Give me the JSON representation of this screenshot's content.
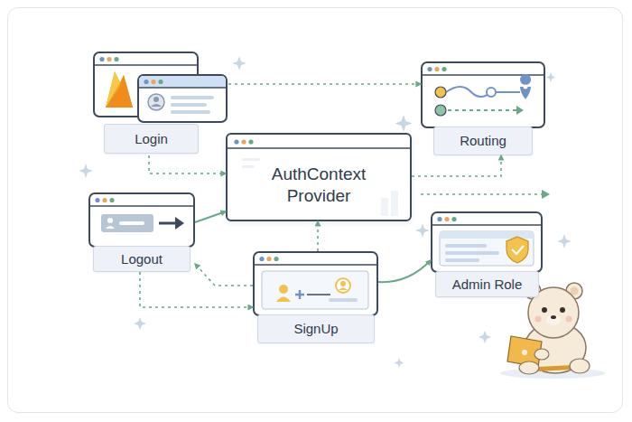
{
  "diagram": {
    "nodes": [
      {
        "text": [
          "Login"
        ]
      },
      {
        "text": [
          "Routing"
        ]
      },
      {
        "text": [
          "AuthContext Provider"
        ]
      },
      {
        "text": [
          "Logout"
        ]
      },
      {
        "text": [
          "Admin Role"
        ]
      },
      {
        "text": [
          "SignUp"
        ]
      }
    ],
    "edges": [
      {
        "from": 0,
        "to": 1,
        "arrow": "to"
      },
      {
        "from": 0,
        "to": 2,
        "arrow": "to"
      },
      {
        "from": 2,
        "to": 1,
        "arrow": "to"
      },
      {
        "from": 3,
        "to": 2,
        "arrow": "to"
      },
      {
        "from": 5,
        "to": 2,
        "arrow": "to"
      },
      {
        "from": 5,
        "to": 3,
        "arrow": "to"
      },
      {
        "from": 3,
        "to": 5,
        "arrow": "to"
      },
      {
        "from": 5,
        "to": 4,
        "arrow": "to"
      }
    ]
  }
}
